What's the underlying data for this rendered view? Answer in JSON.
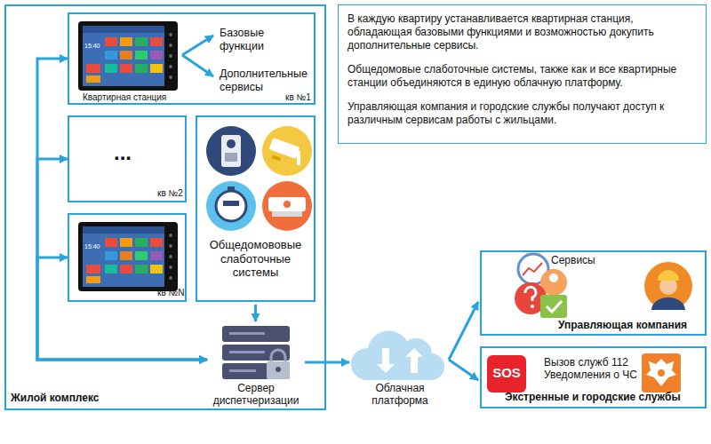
{
  "diagram": {
    "nodes": [
      {
        "text": [
          "Жилой комплекс"
        ]
      },
      {
        "text": [
          "Базовые функции",
          "Дополнительные сервисы",
          "Квартирная станция",
          "кв №1"
        ],
        "in": 0
      },
      {
        "text": [
          "...",
          "кв №2"
        ],
        "in": 0
      },
      {
        "text": [
          "кв №N"
        ],
        "in": 0
      },
      {
        "text": [
          "Общедомововые слаботочные системы"
        ],
        "in": 0
      },
      {
        "text": [
          "Сервер диспетчеризации"
        ],
        "in": 0
      },
      {
        "text": [
          "Облачная платформа"
        ]
      },
      {
        "text": [
          "В каждую квартиру устанавливается квартирная станция, обладающая базовыми функциями и возможностью докупить дополнительные сервисы.",
          "Общедомовые слаботочные системы, также как и все квартирные станции объединяются в единую облачную платформу.",
          "Управляющая компания и городские службы получают доступ к различным сервисам работы с жильцами."
        ]
      },
      {
        "text": [
          "Сервисы",
          "Управляющая компания"
        ]
      },
      {
        "text": [
          "SOS",
          "Вызов служб 112 Уведомления о ЧС",
          "Экстренные и городские службы"
        ]
      }
    ],
    "edges": [
      {
        "from": 1,
        "to": 5,
        "arrow": "both"
      },
      {
        "from": 2,
        "to": 5,
        "arrow": "both"
      },
      {
        "from": 3,
        "to": 5,
        "arrow": "both"
      },
      {
        "from": 4,
        "to": 5,
        "arrow": "to"
      },
      {
        "from": 5,
        "to": 6,
        "arrow": "to"
      },
      {
        "from": 6,
        "to": 8,
        "arrow": "to"
      },
      {
        "from": 6,
        "to": 9,
        "arrow": "to"
      }
    ],
    "labels": [
      "15:40",
      "15:40"
    ]
  }
}
